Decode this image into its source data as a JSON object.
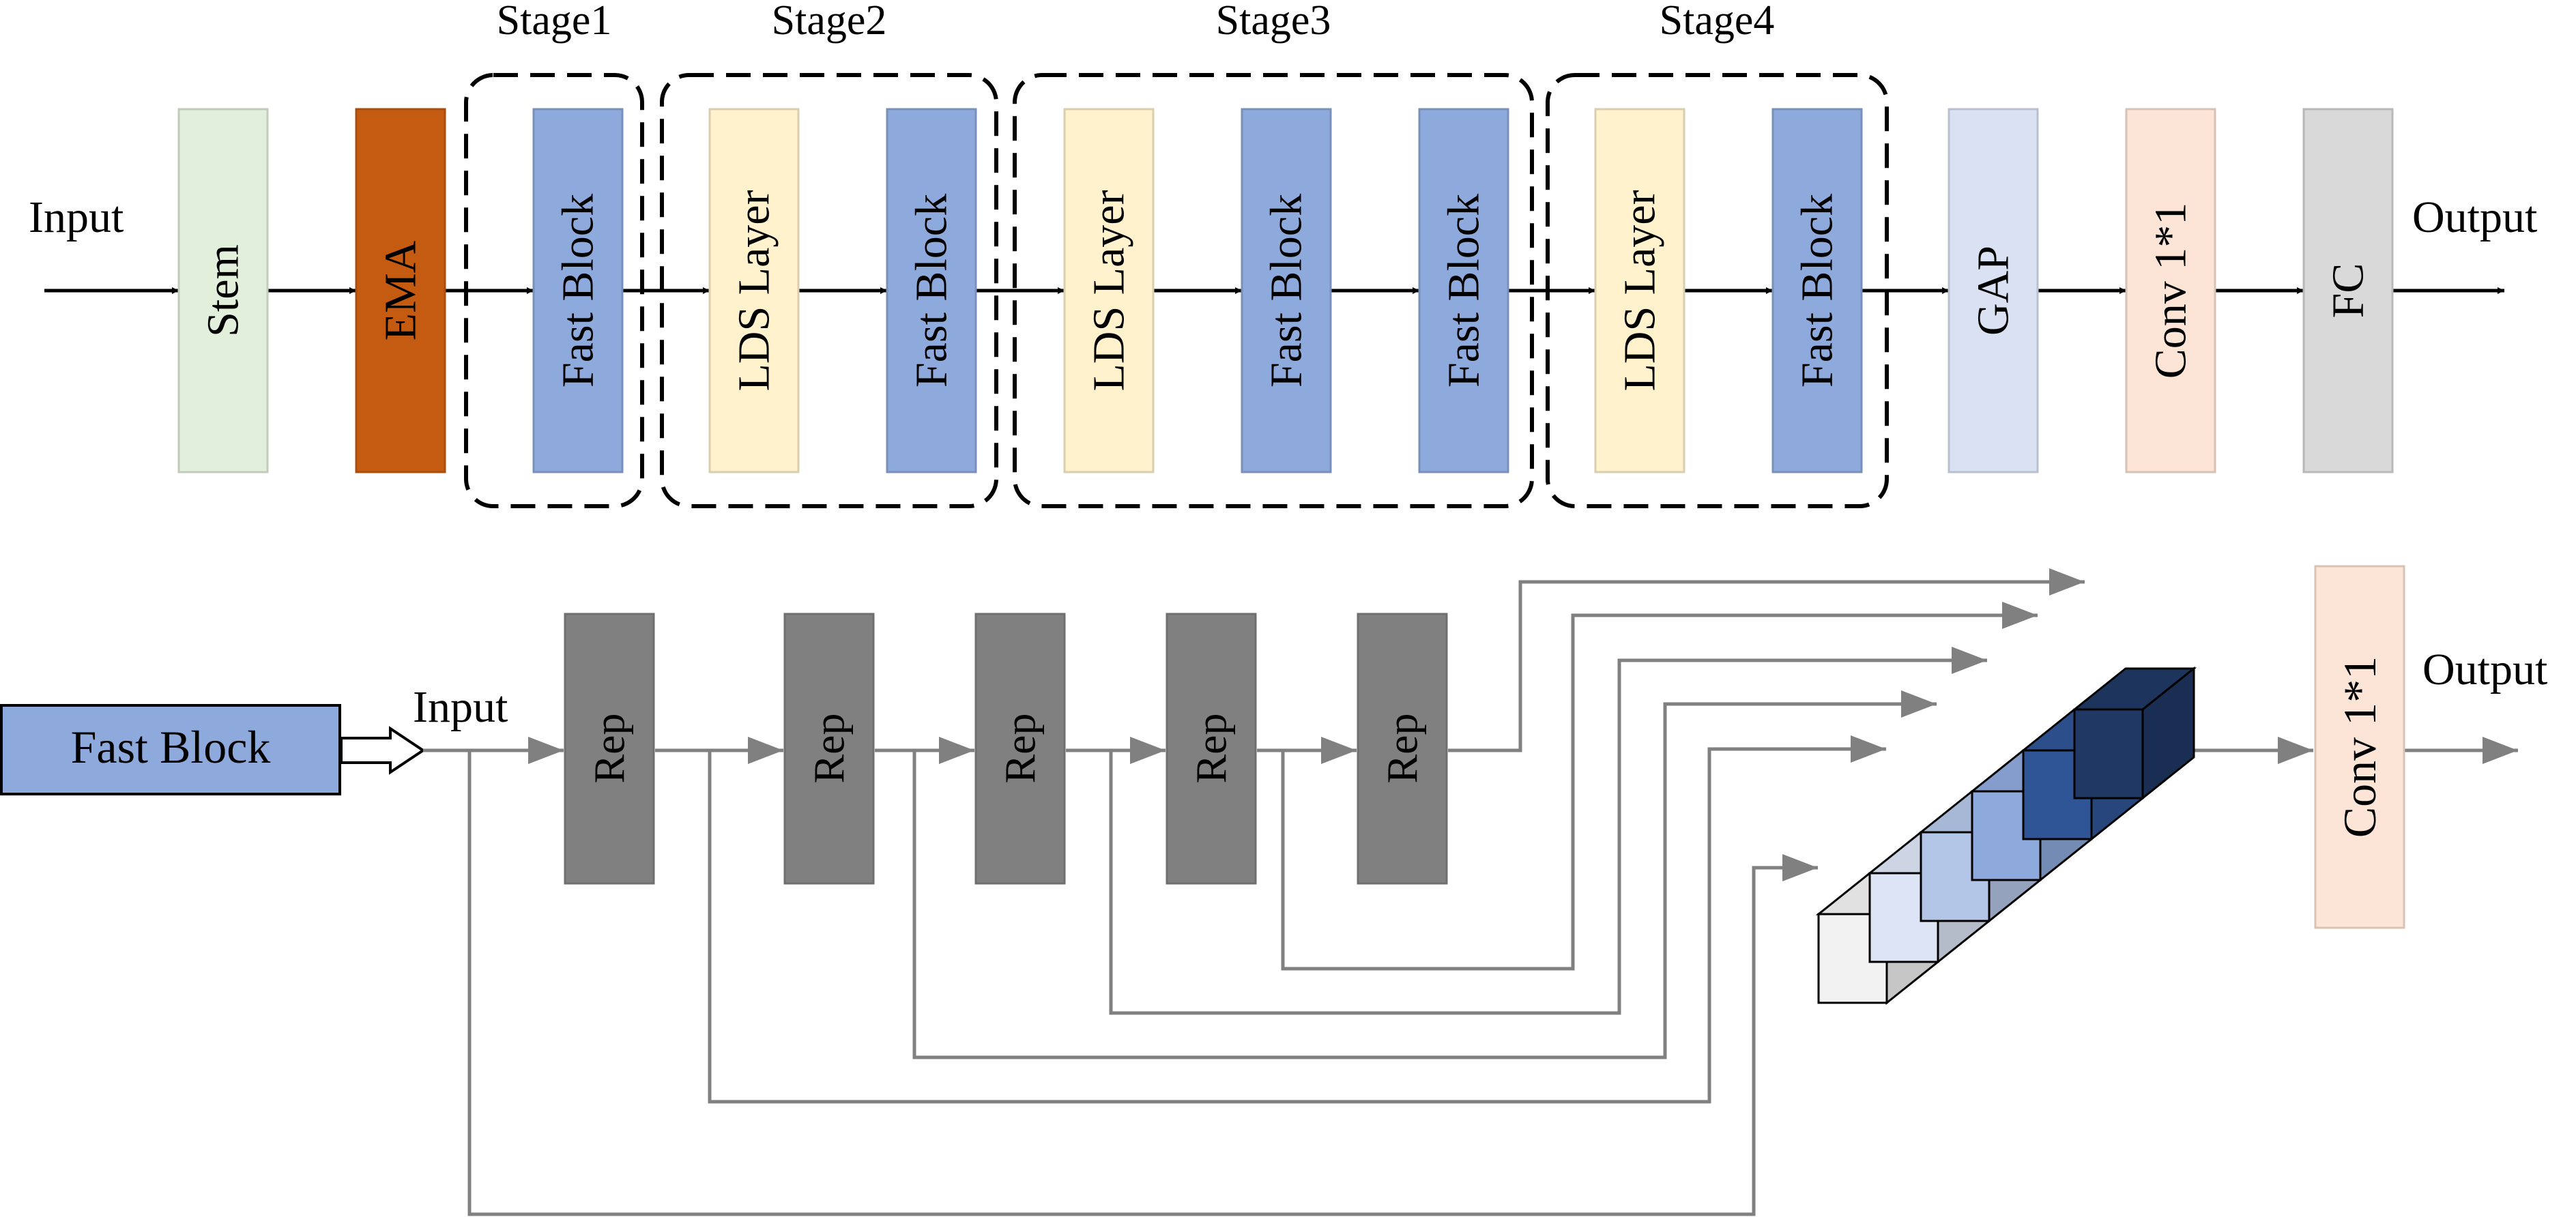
{
  "top_pipeline": {
    "input_label": "Input",
    "output_label": "Output",
    "blocks": [
      {
        "id": "stem",
        "label": "Stem",
        "color": "#E2EFDA"
      },
      {
        "id": "ema",
        "label": "EMA",
        "color": "#C55A11"
      },
      {
        "id": "s1-fast",
        "label": "Fast Block",
        "color": "#8EA9DB"
      },
      {
        "id": "s2-lds",
        "label": "LDS Layer",
        "color": "#FFF2CC"
      },
      {
        "id": "s2-fast",
        "label": "Fast Block",
        "color": "#8EA9DB"
      },
      {
        "id": "s3-lds",
        "label": "LDS Layer",
        "color": "#FFF2CC"
      },
      {
        "id": "s3-fast1",
        "label": "Fast Block",
        "color": "#8EA9DB"
      },
      {
        "id": "s3-fast2",
        "label": "Fast Block",
        "color": "#8EA9DB"
      },
      {
        "id": "s4-lds",
        "label": "LDS Layer",
        "color": "#FFF2CC"
      },
      {
        "id": "s4-fast",
        "label": "Fast Block",
        "color": "#8EA9DB"
      },
      {
        "id": "gap",
        "label": "GAP",
        "color": "#D9E1F2"
      },
      {
        "id": "conv",
        "label": "Conv 1*1",
        "color": "#FCE4D6"
      },
      {
        "id": "fc",
        "label": "FC",
        "color": "#D9D9D9"
      }
    ],
    "stages": [
      {
        "id": "stage1",
        "label": "Stage1"
      },
      {
        "id": "stage2",
        "label": "Stage2"
      },
      {
        "id": "stage3",
        "label": "Stage3"
      },
      {
        "id": "stage4",
        "label": "Stage4"
      }
    ]
  },
  "bottom_detail": {
    "fast_block_label": "Fast Block",
    "fast_block_color": "#8EA9DB",
    "input_label": "Input",
    "output_label": "Output",
    "rep_label": "Rep",
    "rep_color": "#808080",
    "rep_count": 5,
    "conv_label": "Conv 1*1",
    "conv_color": "#FCE4D6",
    "feature_cube_colors": [
      "#F2F2F2",
      "#DCE4F5",
      "#B4C6E7",
      "#8EA9DB",
      "#2F5597",
      "#1F3864"
    ]
  }
}
